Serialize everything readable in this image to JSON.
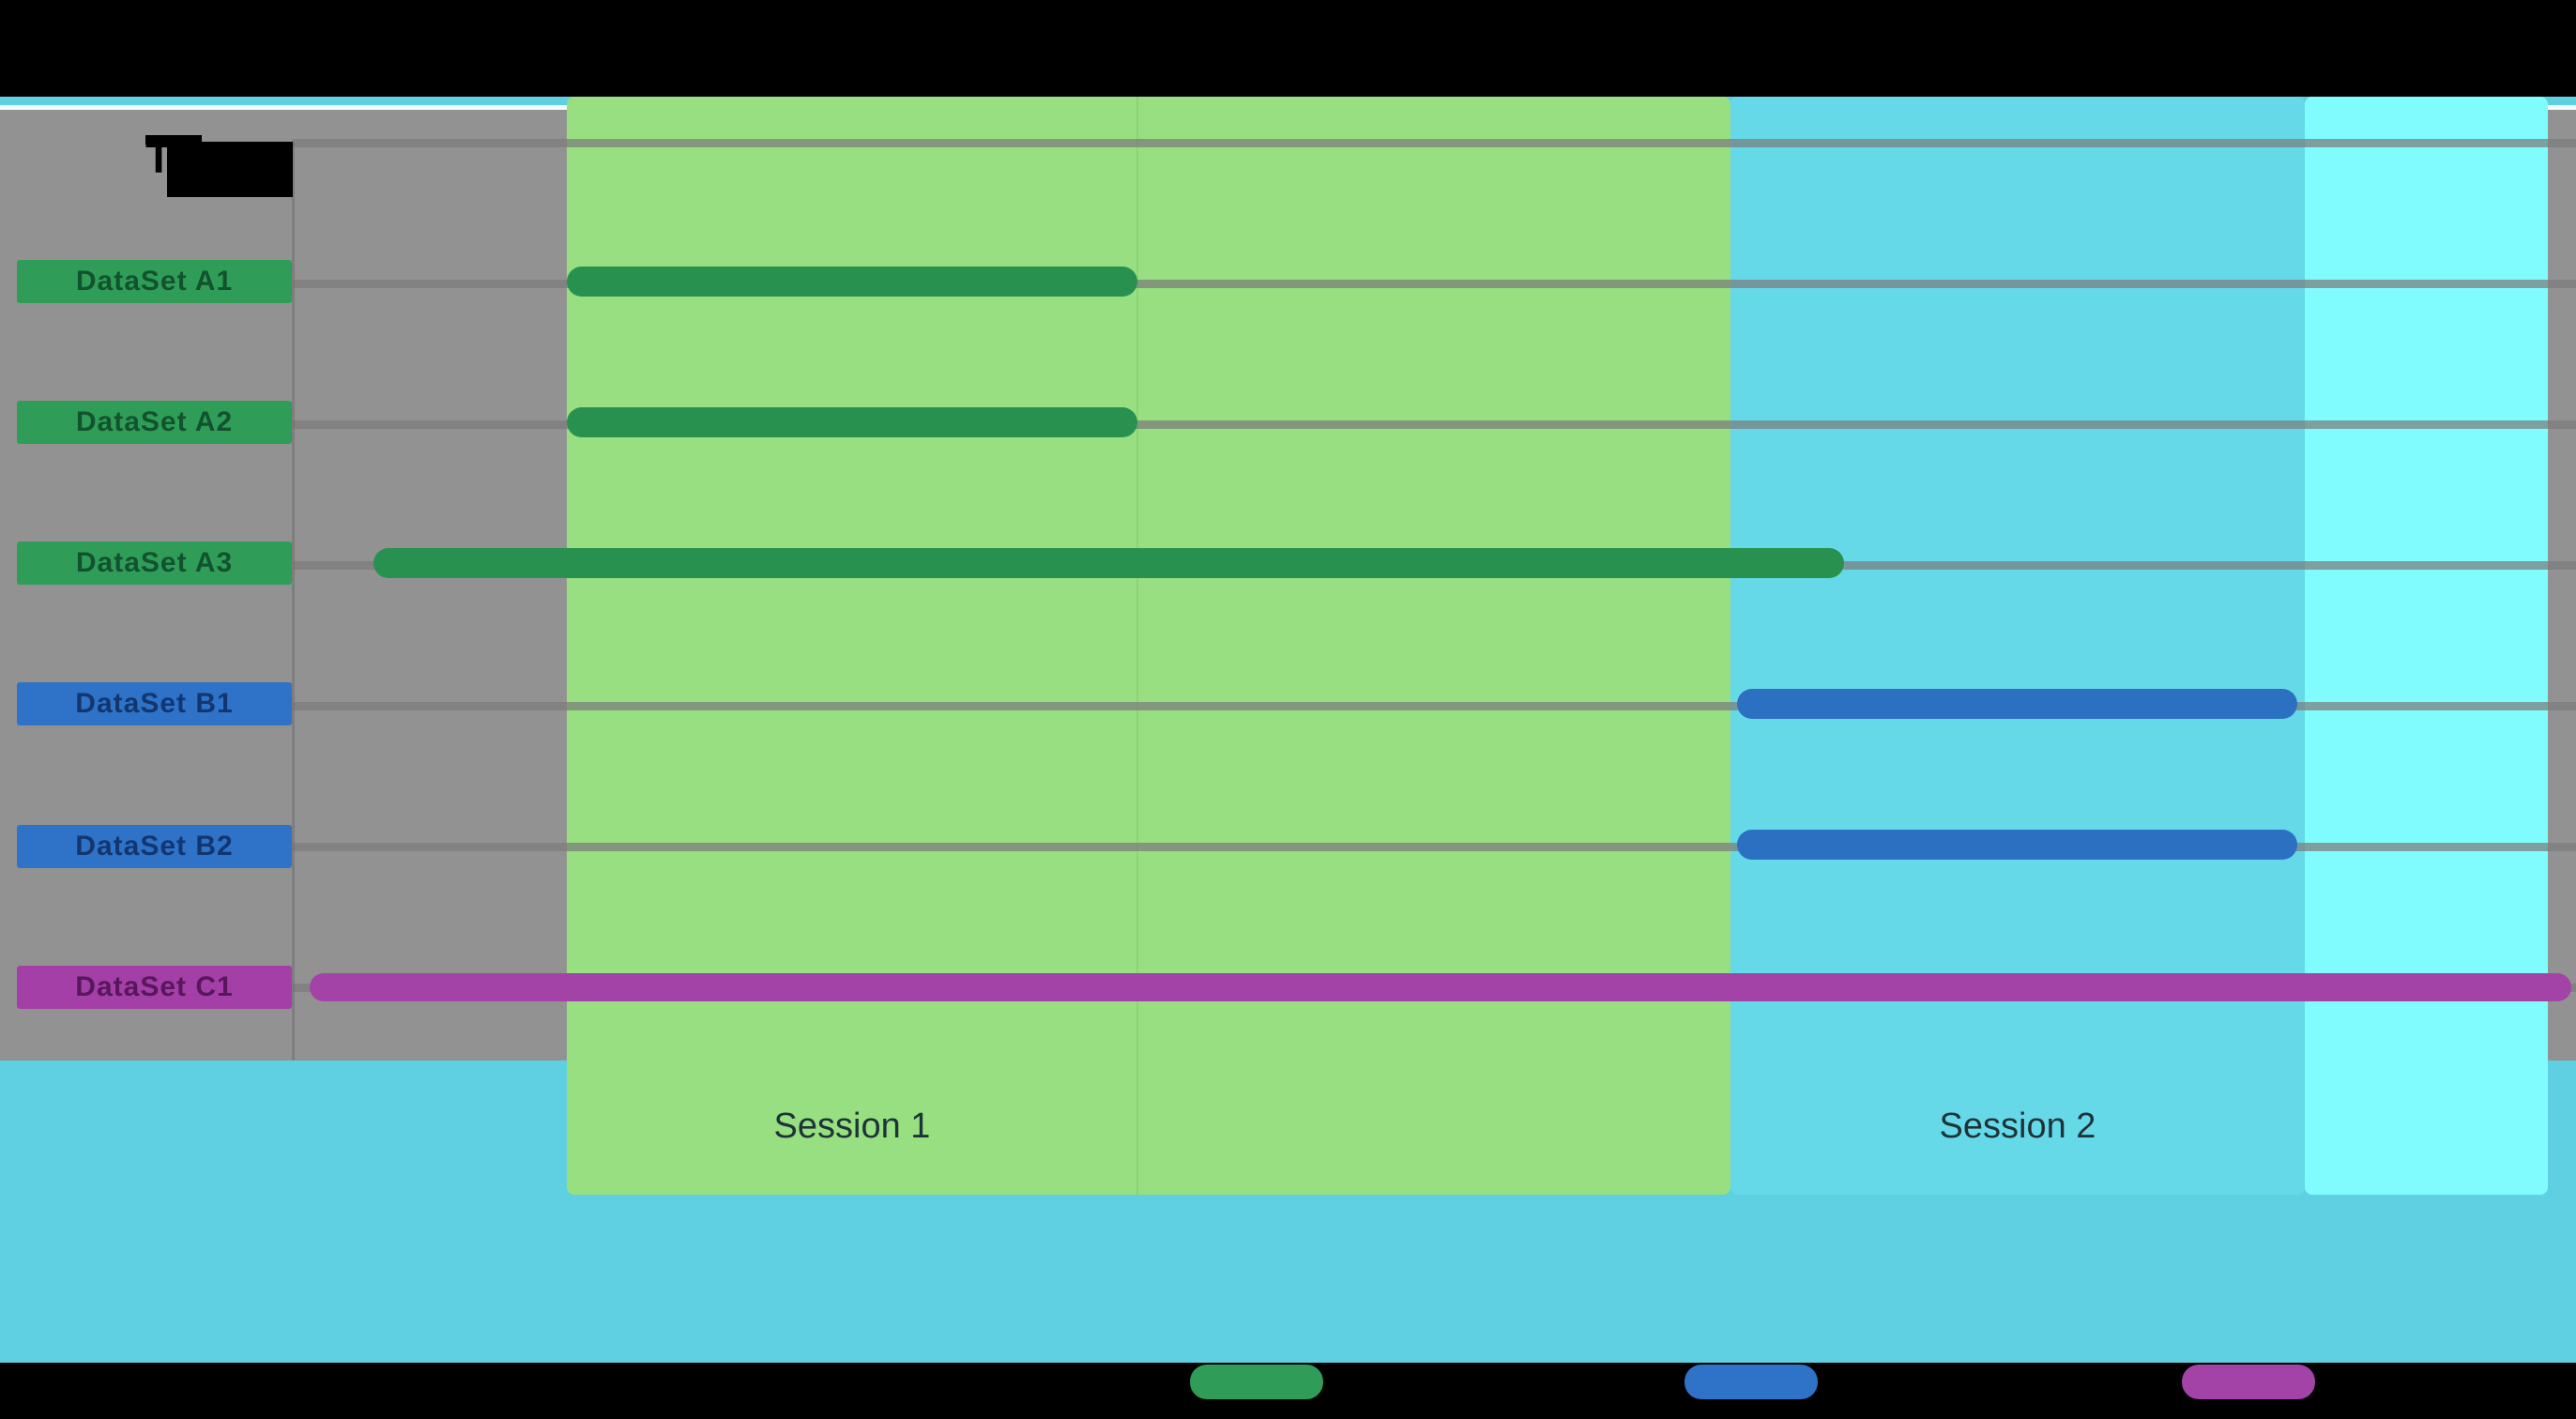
{
  "header": {
    "visible_letter": "T"
  },
  "sessions": [
    {
      "label": "Session 1"
    },
    {
      "label": "Session 2"
    }
  ],
  "rows": [
    {
      "label": "DataSet A1",
      "group": "A",
      "chip_color": "#2f9d58",
      "bar_color": "#28914f"
    },
    {
      "label": "DataSet A2",
      "group": "A",
      "chip_color": "#2f9d58",
      "bar_color": "#28914f"
    },
    {
      "label": "DataSet A3",
      "group": "A",
      "chip_color": "#2f9d58",
      "bar_color": "#28914f"
    },
    {
      "label": "DataSet B1",
      "group": "B",
      "chip_color": "#2e73c8",
      "bar_color": "#2b70c1"
    },
    {
      "label": "DataSet B2",
      "group": "B",
      "chip_color": "#2e73c8",
      "bar_color": "#2b70c1"
    },
    {
      "label": "DataSet C1",
      "group": "C",
      "chip_color": "#a33fa7",
      "bar_color": "#a342a7"
    }
  ],
  "legend": {
    "items": [
      {
        "swatch_color": "#2f9d58",
        "series": "green"
      },
      {
        "swatch_color": "#2e73c8",
        "series": "blue"
      },
      {
        "swatch_color": "#a342a7",
        "series": "purple"
      }
    ],
    "note": "legend label text is covered by black redaction boxes"
  },
  "colors": {
    "letterbox": "#000000",
    "turquoise_backdrop": "#5fd0e1",
    "plot_background_gray": "#929292",
    "session1_band_green": "#97df80",
    "session2_band_turquoise": "#66d9e8",
    "extra_band_cyan": "#80fcff",
    "gridline_gray": "#7b7b7b",
    "session_label_text": "#1d3338"
  },
  "chart_data": {
    "type": "bar",
    "subtype": "horizontal-gantt-timeline",
    "title": "T… (remainder hidden by black redaction box)",
    "xlabel": "",
    "ylabel": "",
    "x_axis": {
      "tick_labels_visible": false,
      "units": "fraction of timeline width (0-1)"
    },
    "grid": "horizontal gridlines per row",
    "legend_position": "bottom, text redacted",
    "categories": [
      "DataSet A1",
      "DataSet A2",
      "DataSet A3",
      "DataSet B1",
      "DataSet B2",
      "DataSet C1"
    ],
    "series": [
      {
        "name": "DataSet A1",
        "start": 0.12,
        "end": 0.37,
        "color": "#28914f",
        "session": "Session 1"
      },
      {
        "name": "DataSet A2",
        "start": 0.12,
        "end": 0.37,
        "color": "#28914f",
        "session": "Session 1"
      },
      {
        "name": "DataSet A3",
        "start": 0.035,
        "end": 0.68,
        "color": "#28914f",
        "session": "starts before Session 1, ends inside Session 2"
      },
      {
        "name": "DataSet B1",
        "start": 0.633,
        "end": 0.878,
        "color": "#2b70c1",
        "session": "Session 2"
      },
      {
        "name": "DataSet B2",
        "start": 0.633,
        "end": 0.878,
        "color": "#2b70c1",
        "session": "Session 2"
      },
      {
        "name": "DataSet C1",
        "start": 0.007,
        "end": 0.998,
        "color": "#a342a7",
        "session": "spans entire timeline"
      }
    ],
    "bands": [
      {
        "label": "Session 1",
        "start": 0.12,
        "end": 0.63,
        "color": "#97df80"
      },
      {
        "label": "Session 2",
        "start": 0.63,
        "end": 0.881,
        "color": "#66d9e8"
      },
      {
        "label": "",
        "start": 0.881,
        "end": 0.988,
        "color": "#80fcff"
      }
    ]
  }
}
